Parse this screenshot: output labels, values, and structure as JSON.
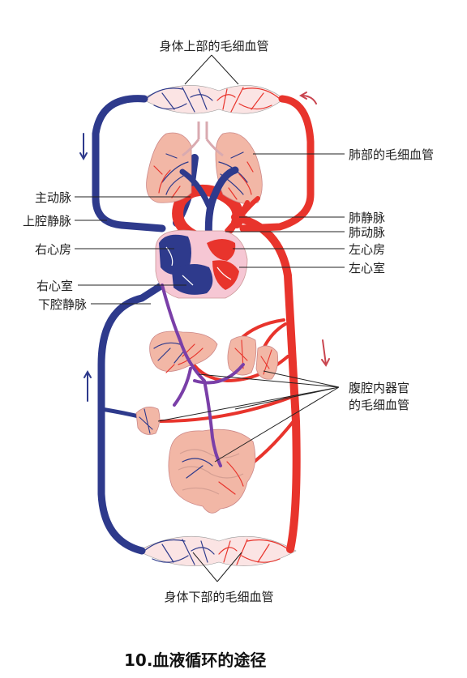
{
  "labels": {
    "upper_capillaries": "身体上部的毛细血管",
    "lung_capillaries": "肺部的毛细血管",
    "aorta": "主动脉",
    "superior_vena_cava": "上腔静脉",
    "right_atrium": "右心房",
    "right_ventricle": "右心室",
    "inferior_vena_cava": "下腔静脉",
    "pulmonary_vein": "肺静脉",
    "pulmonary_artery": "肺动脉",
    "left_atrium": "左心房",
    "left_ventricle": "左心室",
    "abdominal_capillaries_line1": "腹腔内器官",
    "abdominal_capillaries_line2": "的毛细血管",
    "lower_capillaries": "身体下部的毛细血管"
  },
  "caption": "10.血液循环的途径",
  "colors": {
    "artery_red": "#e8342c",
    "vein_blue": "#2e3a8c",
    "mixed_purple": "#7a3fa8",
    "organ_pink": "#f2b7a6",
    "heart_pink": "#f6c7d4"
  }
}
